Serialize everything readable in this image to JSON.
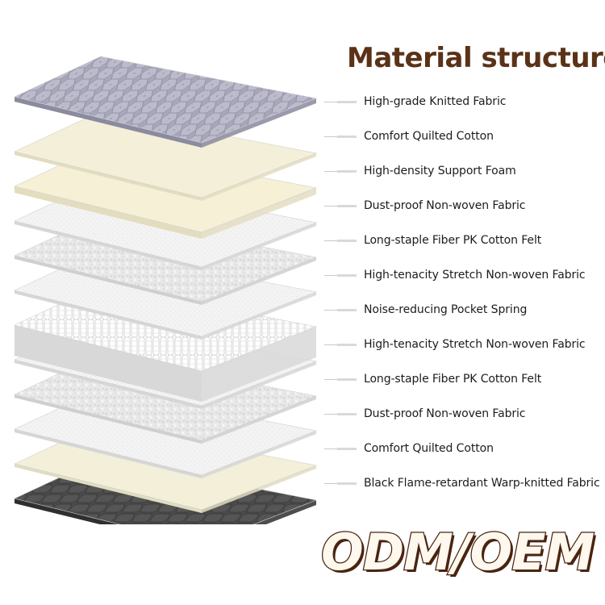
{
  "title": "Material structure",
  "footer_text": "ODM/OEM",
  "colors": {
    "title": "#5b3218",
    "footer_outline": "#4a2410",
    "knit": "#a6a5b8",
    "cotton": "#f3efd9",
    "foam": "#f5f0d6",
    "nonwoven": "#f1f1f1",
    "felt": "#e6e6e6",
    "spring": "#f4f4f4",
    "black_fabric": "#4a4a4a"
  },
  "layers": [
    {
      "label": "High-grade Knitted Fabric",
      "material": "knit"
    },
    {
      "label": "Comfort Quilted Cotton",
      "material": "cotton"
    },
    {
      "label": "High-density Support Foam",
      "material": "foam"
    },
    {
      "label": "Dust-proof Non-woven Fabric",
      "material": "nonwoven"
    },
    {
      "label": "Long-staple Fiber PK Cotton Felt",
      "material": "felt"
    },
    {
      "label": "High-tenacity Stretch Non-woven Fabric",
      "material": "nonwoven"
    },
    {
      "label": "Noise-reducing Pocket Spring",
      "material": "spring"
    },
    {
      "label": "High-tenacity Stretch Non-woven Fabric",
      "material": "nonwoven"
    },
    {
      "label": "Long-staple Fiber PK Cotton Felt",
      "material": "felt"
    },
    {
      "label": "Dust-proof Non-woven Fabric",
      "material": "nonwoven"
    },
    {
      "label": "Comfort Quilted Cotton",
      "material": "cotton"
    },
    {
      "label": "Black Flame-retardant Warp-knitted Fabric",
      "material": "black_fabric"
    }
  ]
}
